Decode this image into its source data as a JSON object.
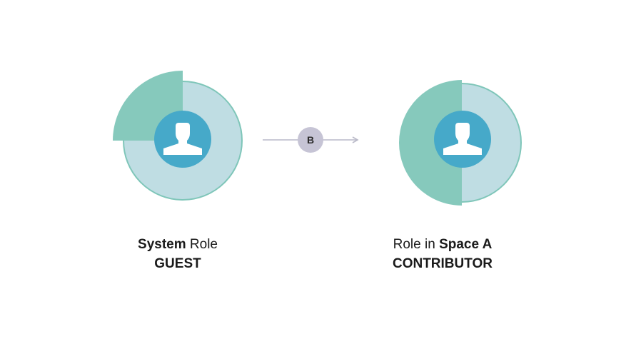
{
  "transition": {
    "badge_label": "B"
  },
  "left": {
    "line1_strong": "System",
    "line1_rest": " Role",
    "line2": "GUEST",
    "highlight_fraction": 0.25
  },
  "right": {
    "line1_rest": "Role in ",
    "line1_strong": "Space A",
    "line2": "CONTRIBUTOR",
    "highlight_fraction": 0.5
  },
  "colors": {
    "ring_fill": "#bfdde3",
    "ring_stroke": "#7fc6b9",
    "highlight": "#86c9bc",
    "avatar_bg": "#46a9c9",
    "avatar_figure": "#ffffff",
    "badge": "#c6c4d5",
    "arrow": "#b9b9c8"
  },
  "icons": {
    "avatar": "user-silhouette-icon",
    "arrow": "arrow-right-icon"
  }
}
